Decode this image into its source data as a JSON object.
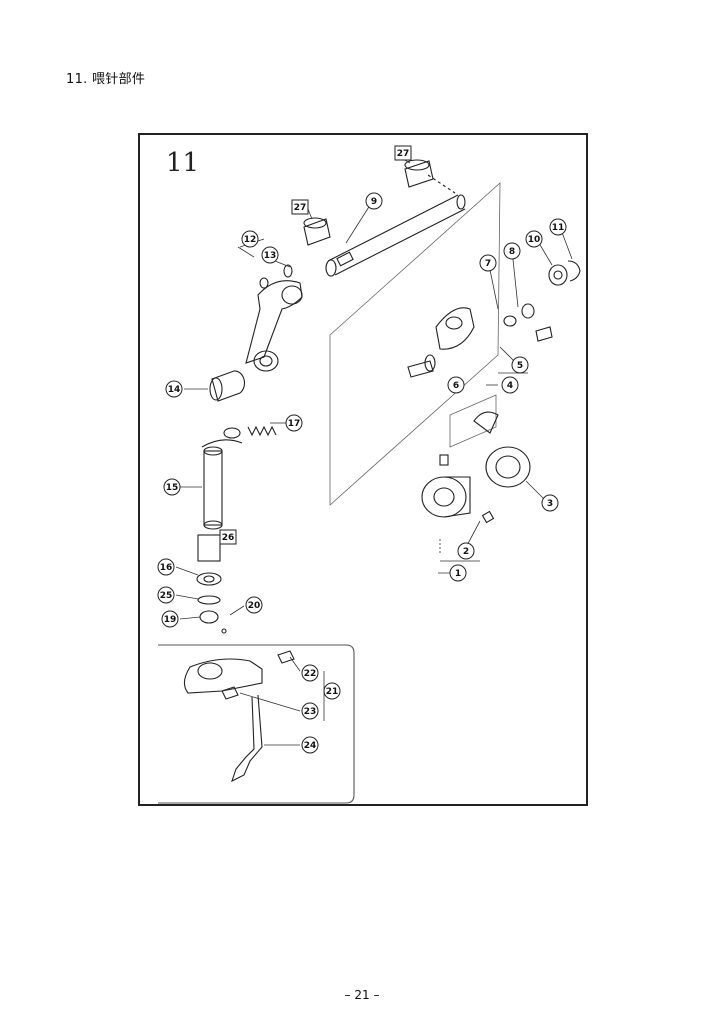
{
  "page": {
    "heading": "11. 喂针部件",
    "page_number": "– 21 –"
  },
  "diagram": {
    "section_number": "11",
    "parts": [
      {
        "id": "p1",
        "label": "1",
        "style": "circle"
      },
      {
        "id": "p2",
        "label": "2",
        "style": "circle"
      },
      {
        "id": "p3",
        "label": "3",
        "style": "circle"
      },
      {
        "id": "p4",
        "label": "4",
        "style": "circle"
      },
      {
        "id": "p5",
        "label": "5",
        "style": "circle"
      },
      {
        "id": "p6",
        "label": "6",
        "style": "circle"
      },
      {
        "id": "p7",
        "label": "7",
        "style": "circle"
      },
      {
        "id": "p8",
        "label": "8",
        "style": "circle"
      },
      {
        "id": "p9",
        "label": "9",
        "style": "circle"
      },
      {
        "id": "p10",
        "label": "10",
        "style": "circle"
      },
      {
        "id": "p11",
        "label": "11",
        "style": "circle"
      },
      {
        "id": "p12",
        "label": "12",
        "style": "circle"
      },
      {
        "id": "p13",
        "label": "13",
        "style": "circle"
      },
      {
        "id": "p14",
        "label": "14",
        "style": "circle"
      },
      {
        "id": "p15",
        "label": "15",
        "style": "circle"
      },
      {
        "id": "p16",
        "label": "16",
        "style": "circle"
      },
      {
        "id": "p17",
        "label": "17",
        "style": "circle"
      },
      {
        "id": "p19",
        "label": "19",
        "style": "circle"
      },
      {
        "id": "p20",
        "label": "20",
        "style": "circle"
      },
      {
        "id": "p21",
        "label": "21",
        "style": "circle"
      },
      {
        "id": "p22",
        "label": "22",
        "style": "circle"
      },
      {
        "id": "p23",
        "label": "23",
        "style": "circle"
      },
      {
        "id": "p24",
        "label": "24",
        "style": "circle"
      },
      {
        "id": "p25",
        "label": "25",
        "style": "circle"
      },
      {
        "id": "p26",
        "label": "26",
        "style": "box"
      },
      {
        "id": "p27a",
        "label": "27",
        "style": "box"
      },
      {
        "id": "p27b",
        "label": "27",
        "style": "box"
      }
    ]
  }
}
